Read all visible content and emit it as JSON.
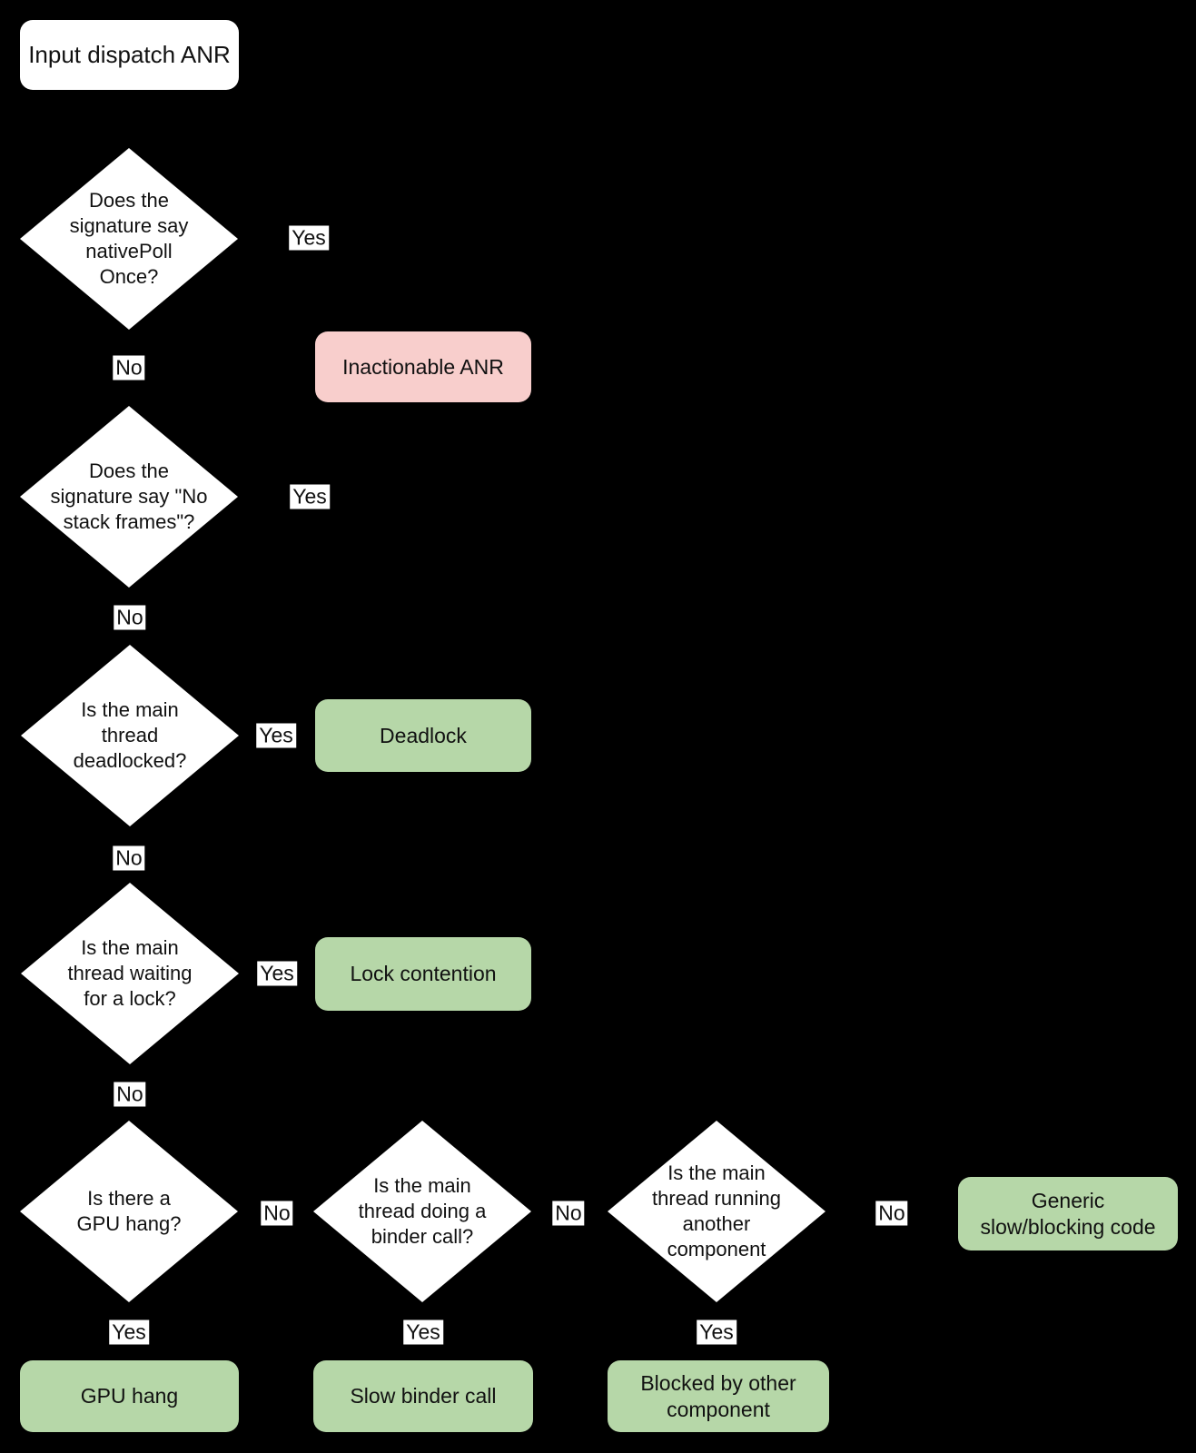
{
  "colors": {
    "bg": "#000000",
    "node": "#ffffff",
    "pink": "#f8cecc",
    "green": "#b6d7a8",
    "text": "#111111"
  },
  "start": {
    "label": "Input dispatch ANR"
  },
  "decisions": {
    "native_poll": "Does the\nsignature say\nnativePoll\nOnce?",
    "no_stack_frames": "Does the\nsignature say \"No\nstack frames\"?",
    "deadlocked": "Is the main\nthread\ndeadlocked?",
    "waiting_lock": "Is the main\nthread waiting\nfor a lock?",
    "gpu_hang": "Is there a\nGPU hang?",
    "binder_call": "Is the main\nthread doing a\nbinder call?",
    "another_component": "Is the main\nthread running\nanother\ncomponent"
  },
  "outcomes": {
    "inactionable": "Inactionable ANR",
    "deadlock": "Deadlock",
    "lock_contention": "Lock contention",
    "gpu_hang": "GPU hang",
    "slow_binder": "Slow binder call",
    "blocked_other": "Blocked by other\ncomponent",
    "generic": "Generic\nslow/blocking code"
  },
  "edge_labels": {
    "yes": "Yes",
    "no": "No"
  }
}
